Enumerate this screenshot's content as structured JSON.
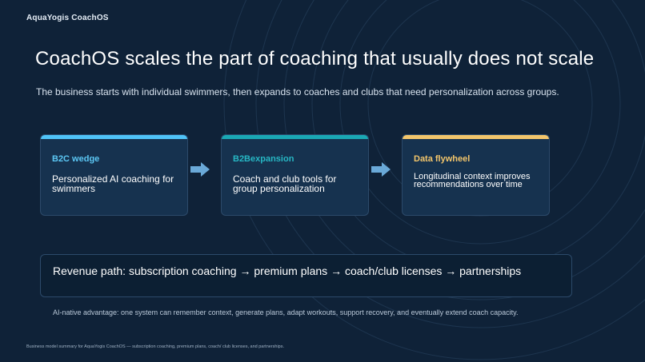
{
  "brand": "AquaYogis CoachOS",
  "title": "CoachOS scales the part of coaching that usually does not scale",
  "subtitle": "The business starts with individual swimmers, then expands to coaches and clubs that need personalization across groups.",
  "cards": [
    {
      "label": "B2C wedge",
      "description": "Personalized AI coaching for swimmers",
      "accent_color": "#4fc3f7",
      "label_color": "#5cc8f5"
    },
    {
      "label": "B2Bexpansion",
      "description": "Coach and club tools for group personalization",
      "accent_color": "#1aa8b4",
      "label_color": "#27b7c4"
    },
    {
      "label": "Data flywheel",
      "description": "Longitudinal context improves recommendations over time",
      "accent_color": "#f2c56b",
      "label_color": "#f2c56b"
    }
  ],
  "arrow_icon": "arrow-right-icon",
  "arrow_color": "#6aa9d8",
  "revenue_path": "Revenue path: subscription coaching → premium plans → coach/club licenses → partnerships",
  "advantage": "AI-native  advantage:  one system can remember context, generate plans, adapt workouts, support recovery, and eventually  extend coach capacity.",
  "footnote": "Business model summary for AquaYogis CoachOS — subscription coaching, premium plans, coach/ club licenses, and partnerships.",
  "colors": {
    "background": "#0f2238",
    "card_background": "#16324f"
  }
}
